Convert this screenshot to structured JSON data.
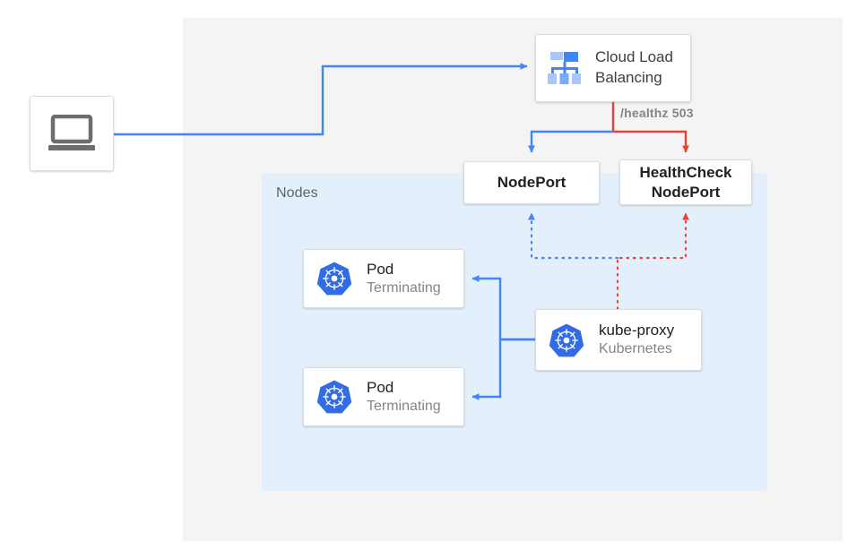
{
  "diagram": {
    "title": "Kubernetes NodePort health check failover diagram",
    "colors": {
      "blue": "#4285f4",
      "red": "#ea4335",
      "panel_outer": "#f4f4f4",
      "panel_nodes": "#e3f0fc",
      "kubernetes_blue": "#326ce5",
      "card_border": "#dadce0",
      "text_dark": "#202124",
      "text_gray": "#80868b"
    },
    "panels": {
      "nodes_label": "Nodes"
    },
    "client": {
      "icon": "laptop-icon"
    },
    "cloud_load_balancing": {
      "icon": "cloud-load-balancing-icon",
      "line1": "Cloud Load",
      "line2": "Balancing"
    },
    "healthz": {
      "label": "/healthz 503"
    },
    "nodeport": {
      "label": "NodePort"
    },
    "healthcheck_nodeport": {
      "line1": "HealthCheck",
      "line2": "NodePort"
    },
    "pods": [
      {
        "icon": "kubernetes-icon",
        "title": "Pod",
        "status": "Terminating"
      },
      {
        "icon": "kubernetes-icon",
        "title": "Pod",
        "status": "Terminating"
      }
    ],
    "kube_proxy": {
      "icon": "kubernetes-icon",
      "title": "kube-proxy",
      "subtitle": "Kubernetes"
    }
  }
}
